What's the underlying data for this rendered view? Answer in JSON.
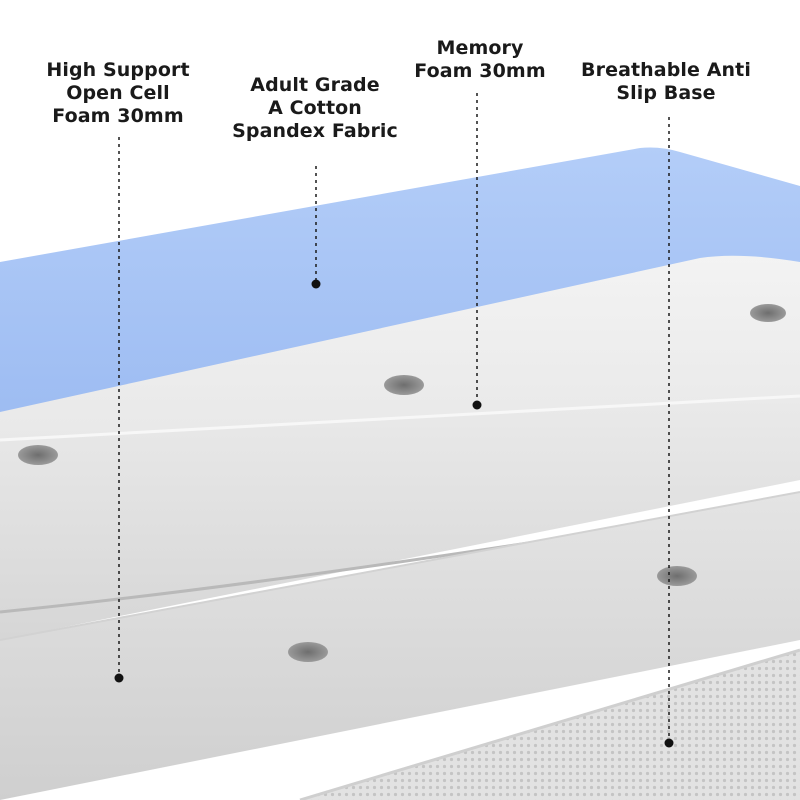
{
  "callouts": [
    {
      "id": "high-support-foam",
      "lines": [
        "High Support",
        "Open Cell",
        "Foam 30mm"
      ]
    },
    {
      "id": "cotton-spandex-fabric",
      "lines": [
        "Adult Grade",
        "A Cotton",
        "Spandex Fabric"
      ]
    },
    {
      "id": "memory-foam",
      "lines": [
        "Memory",
        "Foam 30mm"
      ]
    },
    {
      "id": "anti-slip-base",
      "lines": [
        "Breathable Anti",
        "Slip Base"
      ]
    }
  ],
  "colors": {
    "fabric_blue": "#a9c4f5",
    "foam_white": "#ececec",
    "foam_shadow": "#c9c9c9",
    "base_grey": "#dcdcdc",
    "text": "#1a1a1a"
  }
}
